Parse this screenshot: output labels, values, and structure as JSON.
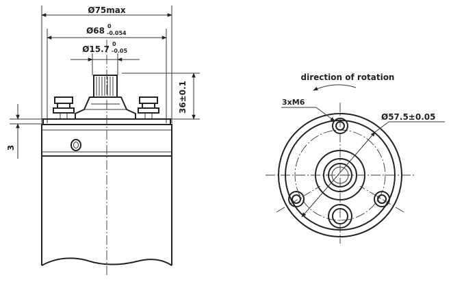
{
  "dimensions": {
    "overall_diameter": "Ø75max",
    "flange_diameter": "Ø68",
    "flange_tol_upper": "0",
    "flange_tol_lower": "-0.054",
    "shaft_diameter": "Ø15.7",
    "shaft_tol_upper": "0",
    "shaft_tol_lower": "-0.05",
    "shaft_length": "36±0.1",
    "flange_thickness": "3",
    "bolt_circle": "Ø57.5±0.05",
    "thread_spec": "3xM6"
  },
  "annotations": {
    "rotation_label": "direction of rotation"
  }
}
